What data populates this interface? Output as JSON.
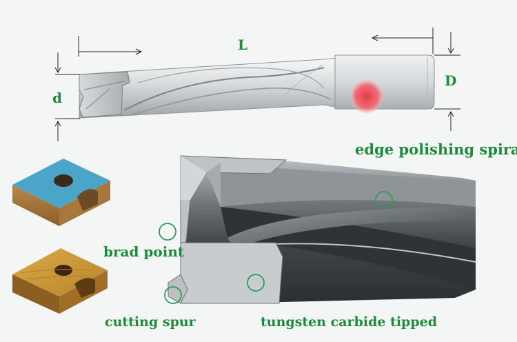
{
  "dimensions": {
    "length": "L",
    "diameter_large": "D",
    "diameter_small": "d"
  },
  "callouts": {
    "edge_polishing": "edge polishing spiral",
    "brad_point": "brad point",
    "cutting_spur": "cutting spur",
    "carbide": "tungsten carbide tipped"
  },
  "colors": {
    "label": "#1f8a3c",
    "marker_circle": "#2e9a55",
    "highlight_dot": "#e8505a",
    "blue_board": "#4aa5c8",
    "oak_board": "#c7952e"
  }
}
